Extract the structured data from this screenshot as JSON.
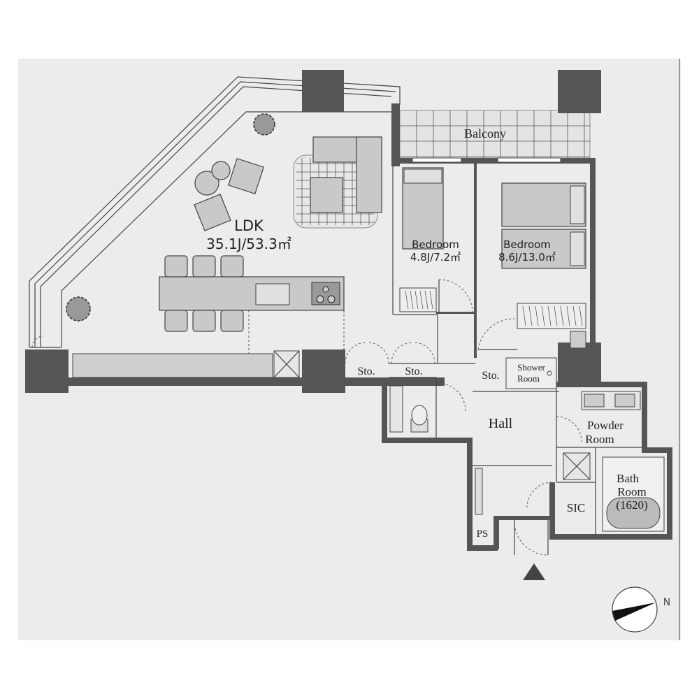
{
  "rooms": {
    "ldk": {
      "name": "LDK",
      "area": "35.1J/53.3㎡"
    },
    "bedroom1": {
      "name": "Bedroom",
      "area": "4.8J/7.2㎡"
    },
    "bedroom2": {
      "name": "Bedroom",
      "area": "8.6J/13.0㎡"
    },
    "balcony": {
      "name": "Balcony"
    },
    "hall": {
      "name": "Hall"
    },
    "powder": {
      "line1": "Powder",
      "line2": "Room"
    },
    "bath": {
      "line1": "Bath",
      "line2": "Room",
      "size": "(1620)"
    },
    "shower": {
      "line1": "Shower",
      "line2": "Room"
    },
    "sic": {
      "name": "SIC"
    },
    "ps": {
      "name": "PS"
    },
    "storage": {
      "label": "Sto."
    }
  },
  "compass": {
    "label": "N"
  },
  "colors": {
    "wall": "#555555",
    "floor": "#ececec",
    "furniture": "#c9c9c9"
  }
}
